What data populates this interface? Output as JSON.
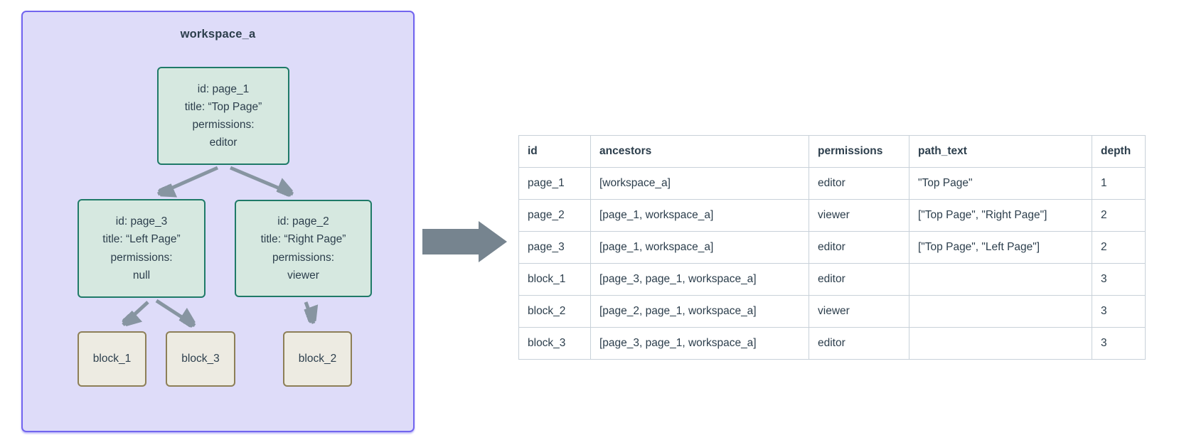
{
  "colors": {
    "ink": "#2c3e4c",
    "ws_fill": "#dedcf9",
    "ws_border": "#7265ef",
    "page_fill": "#d6e8e0",
    "page_border": "#1f7a68",
    "block_fill": "#edebe2",
    "block_border": "#8d7f57",
    "arrow": "#8795a1",
    "arrow_big": "#76848f",
    "tbl_border": "#c8d1d9"
  },
  "diagram": {
    "workspace_label": "workspace_a",
    "page_nodes": [
      {
        "id": "page_1",
        "lines": [
          "id: page_1",
          "title: “Top Page”",
          "permissions:",
          "editor"
        ]
      },
      {
        "id": "page_3",
        "lines": [
          "id: page_3",
          "title: “Left Page”",
          "permissions:",
          "null"
        ]
      },
      {
        "id": "page_2",
        "lines": [
          "id: page_2",
          "title: “Right Page”",
          "permissions:",
          "viewer"
        ]
      }
    ],
    "block_nodes": [
      {
        "label": "block_1"
      },
      {
        "label": "block_3"
      },
      {
        "label": "block_2"
      }
    ]
  },
  "table": {
    "columns": [
      "id",
      "ancestors",
      "permissions",
      "path_text",
      "depth"
    ],
    "rows": [
      {
        "cells": [
          "page_1",
          "[workspace_a]",
          "editor",
          "\"Top Page\"",
          "1"
        ]
      },
      {
        "cells": [
          "page_2",
          "[page_1, workspace_a]",
          "viewer",
          "[\"Top Page\", \"Right Page\"]",
          "2"
        ]
      },
      {
        "cells": [
          "page_3",
          "[page_1, workspace_a]",
          "editor",
          "[\"Top Page\", \"Left Page\"]",
          "2"
        ]
      },
      {
        "cells": [
          "block_1",
          "[page_3, page_1, workspace_a]",
          "editor",
          "",
          "3"
        ]
      },
      {
        "cells": [
          "block_2",
          "[page_2, page_1, workspace_a]",
          "viewer",
          "",
          "3"
        ]
      },
      {
        "cells": [
          "block_3",
          "[page_3, page_1, workspace_a]",
          "editor",
          "",
          "3"
        ]
      }
    ]
  }
}
